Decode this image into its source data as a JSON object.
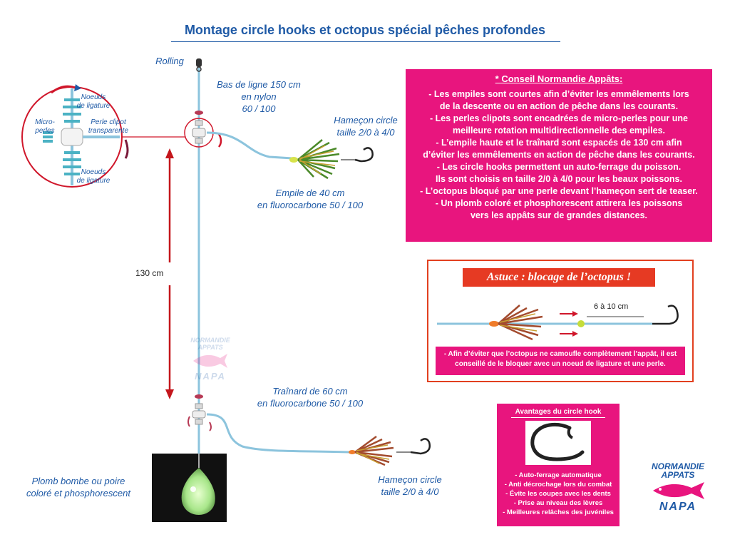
{
  "title": "Montage circle hooks et octopus spécial pêches profondes",
  "labels": {
    "rolling": "Rolling",
    "bas_de_ligne": [
      "Bas de ligne 150 cm",
      "en nylon",
      "60 / 100"
    ],
    "hamecon_top": [
      "Hameçon circle",
      "taille 2/0 à 4/0"
    ],
    "empile": [
      "Empile de 40 cm",
      "en fluorocarbone 50 / 100"
    ],
    "trainard": [
      "Traînard de 60 cm",
      "en fluorocarbone 50 / 100"
    ],
    "hamecon_bottom": [
      "Hameçon circle",
      "taille 2/0 à 4/0"
    ],
    "plomb": [
      "Plomb bombe ou poire",
      "coloré et phosphorescent"
    ],
    "distance": "130 cm"
  },
  "zoom": {
    "noeuds_top": [
      "Noeuds",
      "de ligature"
    ],
    "micro_perles": "Micro-perles",
    "perle_clipot": [
      "Perle clipot",
      "transparente"
    ],
    "noeuds_bottom": [
      "Noeuds",
      "de ligature"
    ]
  },
  "advice": {
    "heading": "* Conseil Normandie Appâts:",
    "lines": [
      "- Les empiles sont courtes afin d’éviter les emmêlements lors",
      "de la descente ou en action de pêche dans les courants.",
      "- Les perles clipots sont encadrées de micro-perles pour une",
      "meilleure rotation multidirectionnelle des empiles.",
      "- L’empile haute et le traînard sont espacés de 130 cm afin",
      "d’éviter les emmêlements en action de pêche dans les courants.",
      "- Les circle hooks permettent un auto-ferrage du poisson.",
      "Ils sont choisis en taille 2/0 à 4/0 pour les beaux poissons.",
      "- L’octopus bloqué par une perle devant l’hameçon sert de teaser.",
      "- Un plomb coloré et phosphorescent attirera les poissons",
      "vers les appâts sur de grandes distances."
    ]
  },
  "astuce": {
    "title": "Astuce : blocage de l’octopus !",
    "distance": "6 à 10 cm",
    "text": [
      "-  Afin d’éviter que l’octopus ne camoufle complètement l’appât, il est",
      "conseillé de le bloquer avec un noeud de ligature et une perle."
    ]
  },
  "avantages": {
    "title": "Avantages du circle hook",
    "items": [
      "- Auto-ferrage automatique",
      "- Anti décrochage lors du combat",
      "- Évite les coupes avec les dents",
      "- Prise au niveau des lèvres",
      "- Meilleures relâches des juvéniles"
    ]
  },
  "logo": {
    "top": [
      "NORMANDIE",
      "APPATS"
    ],
    "bottom": "NAPA"
  },
  "colors": {
    "blue": "#1f5aa6",
    "pink": "#e8157e",
    "red": "#d0172b",
    "line": "#8cc4dd"
  }
}
